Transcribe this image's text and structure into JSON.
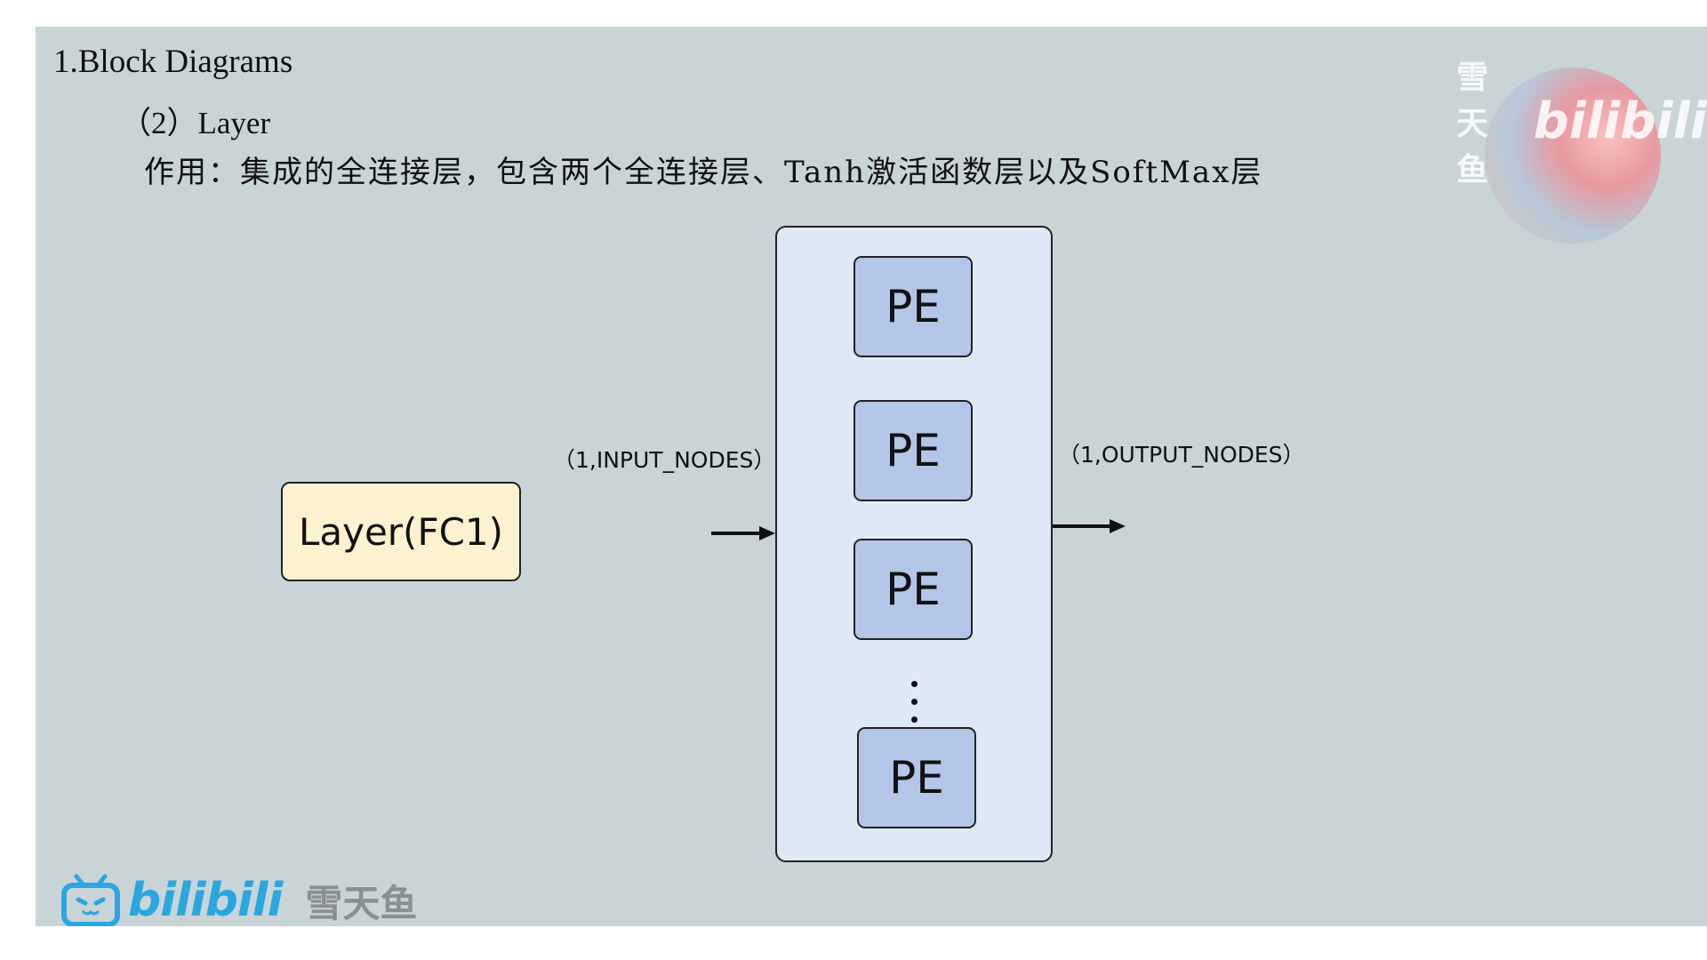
{
  "slide": {
    "heading": "1.Block Diagrams",
    "subheading": "（2）Layer",
    "description": "作用：集成的全连接层，包含两个全连接层、Tanh激活函数层以及SoftMax层"
  },
  "diagram": {
    "source_block": "Layer(FC1)",
    "input_label": "（1,INPUT_NODES）",
    "output_label": "（1,OUTPUT_NODES）",
    "pe_blocks": [
      "PE",
      "PE",
      "PE",
      "PE"
    ],
    "colors": {
      "source_fill": "#fdf2cf",
      "container_fill": "#dde9f4",
      "pe_fill": "#b4c6e8",
      "slide_background": "#c9d4d7"
    }
  },
  "branding": {
    "platform_logo": "bilibili",
    "author": "雪天鱼",
    "tv_icon": "bilibili-tv-icon",
    "accent_color": "#2aa6e0"
  }
}
